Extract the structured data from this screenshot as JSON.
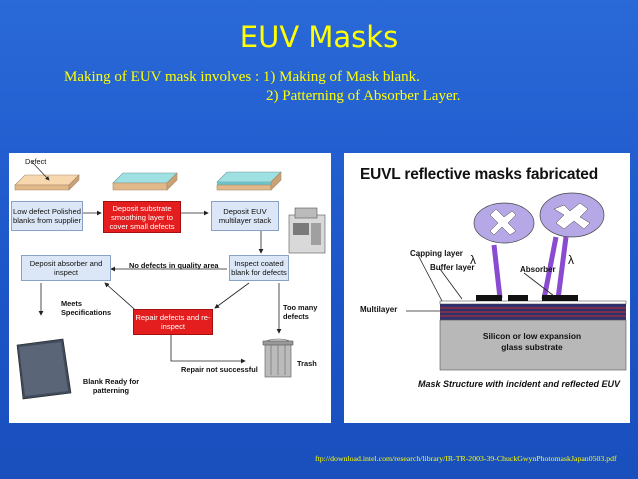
{
  "slide": {
    "title": "EUV Masks",
    "intro_line1": "Making of EUV mask involves : 1) Making of Mask blank.",
    "intro_line2": "2) Patterning of Absorber Layer.",
    "footnote": "ftp://download.intel.com/research/library/IR-TR-2003-39-ChuckGwynPhotomaskJapan0503.pdf"
  },
  "flow": {
    "defect_label": "Defect",
    "low_defect": "Low defect Polished blanks from supplier",
    "deposit_substrate": "Deposit substrate smoothing layer to cover small defects",
    "deposit_euv": "Deposit EUV multilayer stack",
    "inspect_coated": "Inspect coated blank for defects",
    "no_defects": "No defects in quality area",
    "deposit_absorber": "Deposit absorber and inspect",
    "too_many": "Too many defects",
    "meets_spec": "Meets Specifications",
    "repair_defects": "Repair defects and re-inspect",
    "trash": "Trash",
    "repair_not_successful": "Repair not successful",
    "blank_ready": "Blank Ready for patterning"
  },
  "euvl": {
    "title": "EUVL reflective masks fabricated",
    "capping_layer": "Capping layer",
    "buffer_layer": "Buffer layer",
    "absorber": "Absorber",
    "lambda": "λ",
    "multilayer": "Multilayer",
    "substrate": "Silicon or low expansion glass substrate",
    "caption": "Mask Structure with incident and reflected EUV"
  },
  "colors": {
    "title_yellow": "#ffff00",
    "background_blue": "#1c55c8",
    "box_blue": "#dbe7f6",
    "box_red": "#e41e1e",
    "beam_purple": "#8a4bd1"
  }
}
